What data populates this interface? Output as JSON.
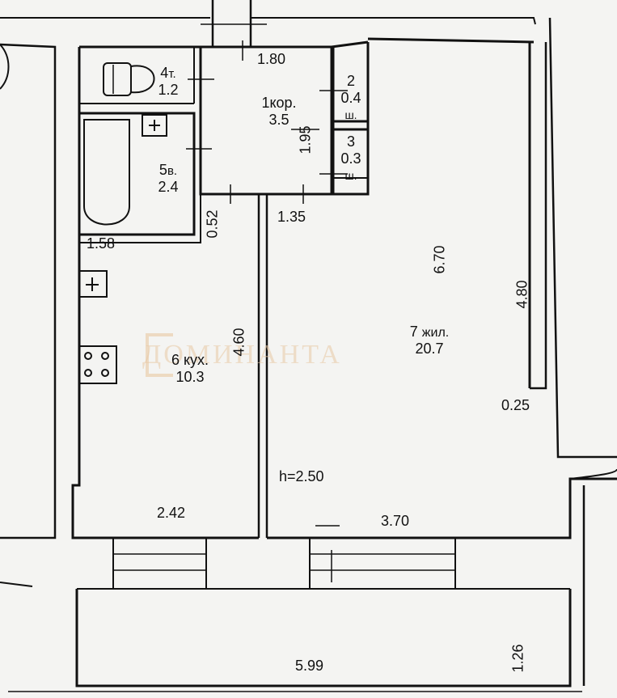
{
  "plan": {
    "rooms": [
      {
        "number": "1",
        "name": "кор.",
        "area": "3.5"
      },
      {
        "number": "2",
        "name": "ш.",
        "area": "0.4"
      },
      {
        "number": "3",
        "name": "ш.",
        "area": "0.3"
      },
      {
        "number": "4",
        "name": "т.",
        "area": "1.2"
      },
      {
        "number": "5",
        "name": "в.",
        "area": "2.4"
      },
      {
        "number": "6",
        "name": "кух.",
        "area": "10.3"
      },
      {
        "number": "7",
        "name": "жил.",
        "area": "20.7"
      }
    ],
    "dimensions": {
      "corridor_top": "1.80",
      "corridor_height": "1.95",
      "corridor_bottom": "1.35",
      "partition": "0.52",
      "bath_width": "1.58",
      "kitchen_height": "4.60",
      "kitchen_width": "2.42",
      "room_length": "6.70",
      "room_width": "3.70",
      "room_height_right": "4.80",
      "wall_step": "0.25",
      "balcony_width": "5.99",
      "balcony_depth": "1.26"
    },
    "ceiling_height": "h=2.50",
    "watermark": "ДОМИНАНТА",
    "colors": {
      "line": "#111111",
      "paper": "#f4f4f2",
      "watermark": "#e8c9a5"
    }
  }
}
